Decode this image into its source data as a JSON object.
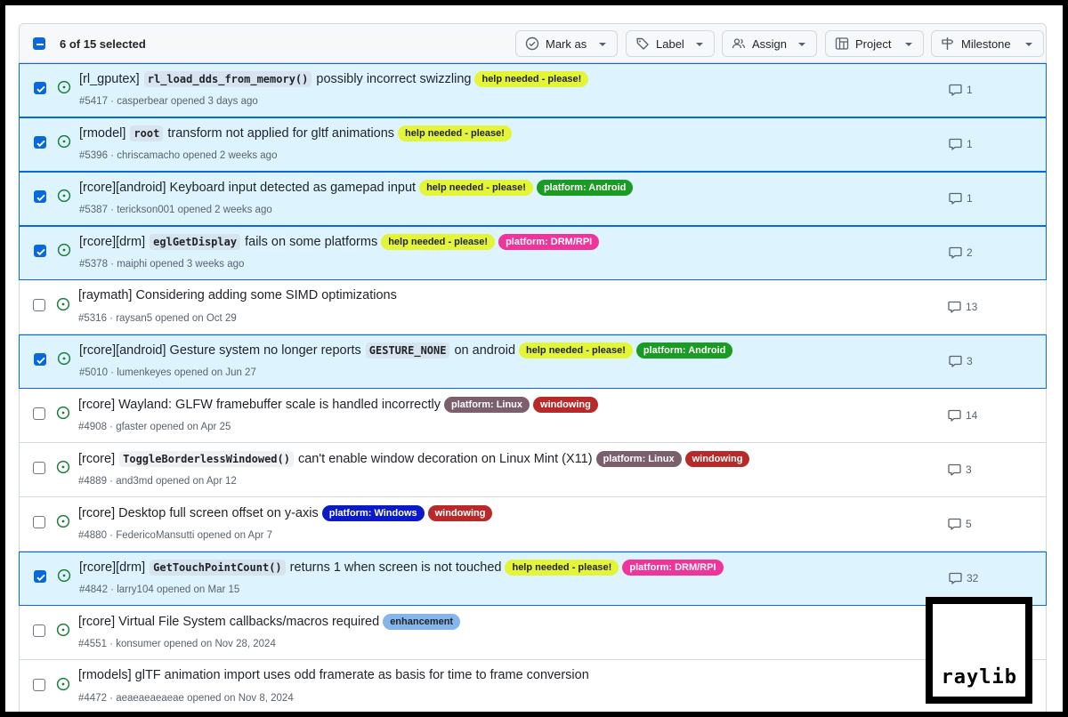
{
  "toolbar": {
    "selected_text": "6 of 15 selected",
    "buttons": [
      {
        "label": "Mark as",
        "icon": "check-circle-icon"
      },
      {
        "label": "Label",
        "icon": "tag-icon"
      },
      {
        "label": "Assign",
        "icon": "people-icon"
      },
      {
        "label": "Project",
        "icon": "project-icon"
      },
      {
        "label": "Milestone",
        "icon": "milestone-icon"
      }
    ]
  },
  "issues": [
    {
      "selected": true,
      "title": [
        {
          "t": "[rl_gputex] "
        },
        {
          "c": "rl_load_dds_from_memory()"
        },
        {
          "t": " possibly incorrect swizzling"
        }
      ],
      "labels": [
        {
          "name": "help needed - please!",
          "bg": "#e4f436",
          "fg": "#1f2328"
        }
      ],
      "meta": "#5417 · casperbear opened 3 days ago",
      "comments": "1"
    },
    {
      "selected": true,
      "title": [
        {
          "t": "[rmodel] "
        },
        {
          "c": "root"
        },
        {
          "t": " transform not applied for gltf animations"
        }
      ],
      "labels": [
        {
          "name": "help needed - please!",
          "bg": "#e4f436",
          "fg": "#1f2328"
        }
      ],
      "meta": "#5396 · chriscamacho opened 2 weeks ago",
      "comments": "1"
    },
    {
      "selected": true,
      "title": [
        {
          "t": "[rcore][android] Keyboard input detected as gamepad input"
        }
      ],
      "labels": [
        {
          "name": "help needed - please!",
          "bg": "#e4f436",
          "fg": "#1f2328"
        },
        {
          "name": "platform: Android",
          "bg": "#1a9b22",
          "fg": "#ffffff"
        }
      ],
      "meta": "#5387 · terickson001 opened 2 weeks ago",
      "comments": "1"
    },
    {
      "selected": true,
      "title": [
        {
          "t": "[rcore][drm] "
        },
        {
          "c": "eglGetDisplay"
        },
        {
          "t": " fails on some platforms"
        }
      ],
      "labels": [
        {
          "name": "help needed - please!",
          "bg": "#e4f436",
          "fg": "#1f2328"
        },
        {
          "name": "platform: DRM/RPI",
          "bg": "#f0359a",
          "fg": "#ffffff"
        }
      ],
      "meta": "#5378 · maiphi opened 3 weeks ago",
      "comments": "2"
    },
    {
      "selected": false,
      "title": [
        {
          "t": "[raymath] Considering adding some SIMD optimizations"
        }
      ],
      "labels": [],
      "meta": "#5316 · raysan5 opened on Oct 29",
      "comments": "13"
    },
    {
      "selected": true,
      "title": [
        {
          "t": "[rcore][android] Gesture system no longer reports "
        },
        {
          "c": "GESTURE_NONE"
        },
        {
          "t": " on android"
        }
      ],
      "labels": [
        {
          "name": "help needed - please!",
          "bg": "#e4f436",
          "fg": "#1f2328"
        },
        {
          "name": "platform: Android",
          "bg": "#1a9b22",
          "fg": "#ffffff"
        }
      ],
      "meta": "#5010 · lumenkeyes opened on Jun 27",
      "comments": "3"
    },
    {
      "selected": false,
      "title": [
        {
          "t": "[rcore] Wayland: GLFW framebuffer scale is handled incorrectly"
        }
      ],
      "labels": [
        {
          "name": "platform: Linux",
          "bg": "#7b5f6c",
          "fg": "#ffffff"
        },
        {
          "name": "windowing",
          "bg": "#b82a2a",
          "fg": "#ffffff"
        }
      ],
      "meta": "#4908 · gfaster opened on Apr 25",
      "comments": "14"
    },
    {
      "selected": false,
      "title": [
        {
          "t": "[rcore] "
        },
        {
          "c": "ToggleBorderlessWindowed()"
        },
        {
          "t": " can't enable window decoration on Linux Mint (X11)"
        }
      ],
      "labels": [
        {
          "name": "platform: Linux",
          "bg": "#7b5f6c",
          "fg": "#ffffff"
        },
        {
          "name": "windowing",
          "bg": "#b82a2a",
          "fg": "#ffffff"
        }
      ],
      "meta": "#4889 · and3md opened on Apr 12",
      "comments": "3"
    },
    {
      "selected": false,
      "title": [
        {
          "t": "[rcore] Desktop full screen offset on y-axis"
        }
      ],
      "labels": [
        {
          "name": "platform: Windows",
          "bg": "#0b19c9",
          "fg": "#ffffff"
        },
        {
          "name": "windowing",
          "bg": "#b82a2a",
          "fg": "#ffffff"
        }
      ],
      "meta": "#4880 · FedericoMansutti opened on Apr 7",
      "comments": "5"
    },
    {
      "selected": true,
      "title": [
        {
          "t": "[rcore][drm] "
        },
        {
          "c": "GetTouchPointCount()"
        },
        {
          "t": " returns 1 when screen is not touched"
        }
      ],
      "labels": [
        {
          "name": "help needed - please!",
          "bg": "#e4f436",
          "fg": "#1f2328"
        },
        {
          "name": "platform: DRM/RPI",
          "bg": "#f0359a",
          "fg": "#ffffff"
        }
      ],
      "meta": "#4842 · larry104 opened on Mar 15",
      "comments": "32"
    },
    {
      "selected": false,
      "title": [
        {
          "t": "[rcore] Virtual File System callbacks/macros required"
        }
      ],
      "labels": [
        {
          "name": "enhancement",
          "bg": "#84b6eb",
          "fg": "#1f2328"
        }
      ],
      "meta": "#4551 · konsumer opened on Nov 28, 2024",
      "comments": ""
    },
    {
      "selected": false,
      "title": [
        {
          "t": "[rmodels] glTF animation import uses odd framerate as basis for time to frame conversion"
        }
      ],
      "labels": [],
      "meta": "#4472 · aeaeaeaeaeae opened on Nov 8, 2024",
      "comments": ""
    }
  ],
  "logo": {
    "text": "raylib"
  }
}
